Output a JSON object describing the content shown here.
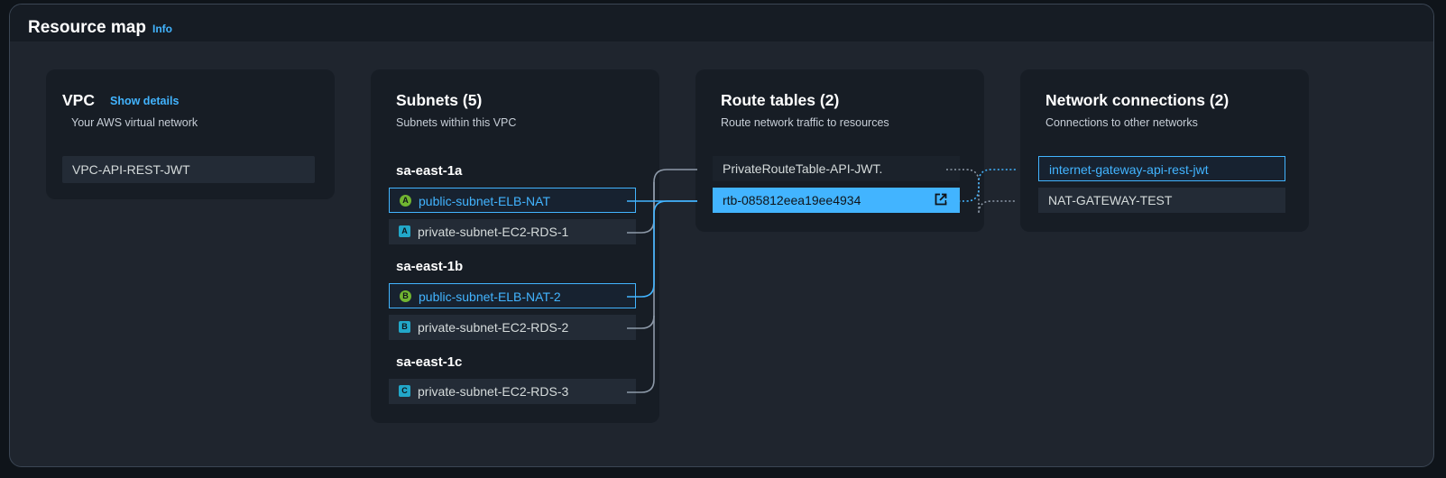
{
  "header": {
    "title": "Resource map",
    "info_link": "Info"
  },
  "vpc": {
    "title": "VPC",
    "show_details": "Show details",
    "subtitle": "Your AWS virtual network",
    "items": [
      "VPC-API-REST-JWT"
    ]
  },
  "subnets": {
    "title": "Subnets (5)",
    "subtitle": "Subnets within this VPC",
    "zones": [
      {
        "name": "sa-east-1a",
        "items": [
          {
            "label": "public-subnet-ELB-NAT",
            "badge": "A",
            "type": "public",
            "selected": true
          },
          {
            "label": "private-subnet-EC2-RDS-1",
            "badge": "A",
            "type": "private",
            "selected": false
          }
        ]
      },
      {
        "name": "sa-east-1b",
        "items": [
          {
            "label": "public-subnet-ELB-NAT-2",
            "badge": "B",
            "type": "public",
            "selected": true
          },
          {
            "label": "private-subnet-EC2-RDS-2",
            "badge": "B",
            "type": "private",
            "selected": false
          }
        ]
      },
      {
        "name": "sa-east-1c",
        "items": [
          {
            "label": "private-subnet-EC2-RDS-3",
            "badge": "C",
            "type": "private",
            "selected": false
          }
        ]
      }
    ]
  },
  "route_tables": {
    "title": "Route tables (2)",
    "subtitle": "Route network traffic to resources",
    "items": [
      {
        "label": "PrivateRouteTable-API-JWT.",
        "active": false
      },
      {
        "label": "rtb-085812eea19ee4934",
        "active": true,
        "icon": "external-link-icon"
      }
    ]
  },
  "network_connections": {
    "title": "Network connections (2)",
    "subtitle": "Connections to other networks",
    "items": [
      {
        "label": "internet-gateway-api-rest-jwt",
        "selected": true
      },
      {
        "label": "NAT-GATEWAY-TEST",
        "selected": false
      }
    ]
  },
  "colors": {
    "accent": "#42b4ff",
    "public_badge": "#71b531",
    "private_badge": "#22a7c9",
    "connector_default": "#8d99a8"
  }
}
